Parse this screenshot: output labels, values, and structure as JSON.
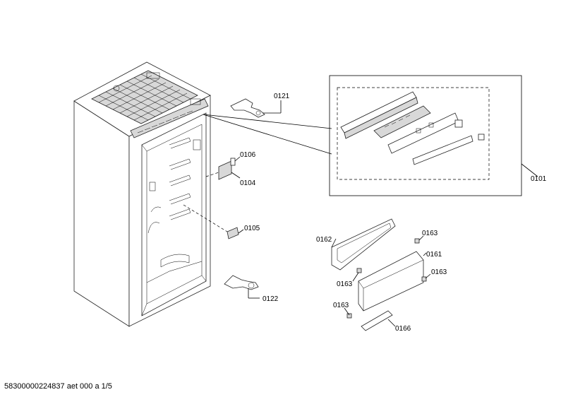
{
  "labels": {
    "p0121": "0121",
    "p0106": "0106",
    "p0104": "0104",
    "p0105": "0105",
    "p0122": "0122",
    "p0101": "0101",
    "p0162": "0162",
    "p0163a": "0163",
    "p0161": "0161",
    "p0163b": "0163",
    "p0163c": "0163",
    "p0163d": "0163",
    "p0166": "0166"
  },
  "footer": "58300000224837 aet 000 a 1/5"
}
